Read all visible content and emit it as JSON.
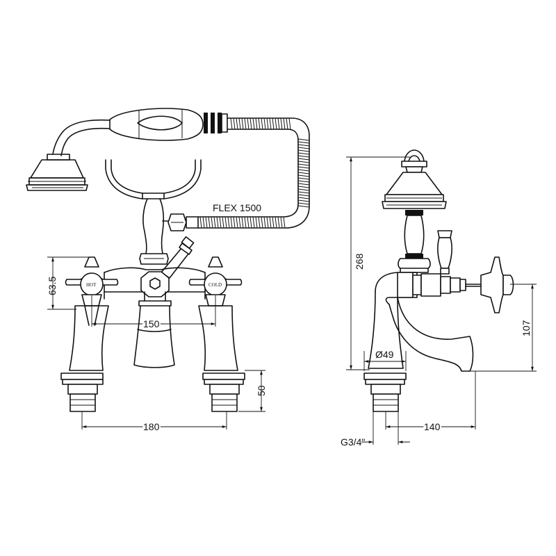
{
  "labels": {
    "hose": "FLEX 1500",
    "hot": "HOT",
    "cold": "COLD"
  },
  "dimensions": {
    "handle_height": "63.5",
    "tap_centres": "150",
    "outer_width": "180",
    "tail_length": "50",
    "overall_height": "268",
    "spout_height": "107",
    "base_diameter": "Ø49",
    "spout_reach": "140",
    "thread": "G3/4\""
  }
}
